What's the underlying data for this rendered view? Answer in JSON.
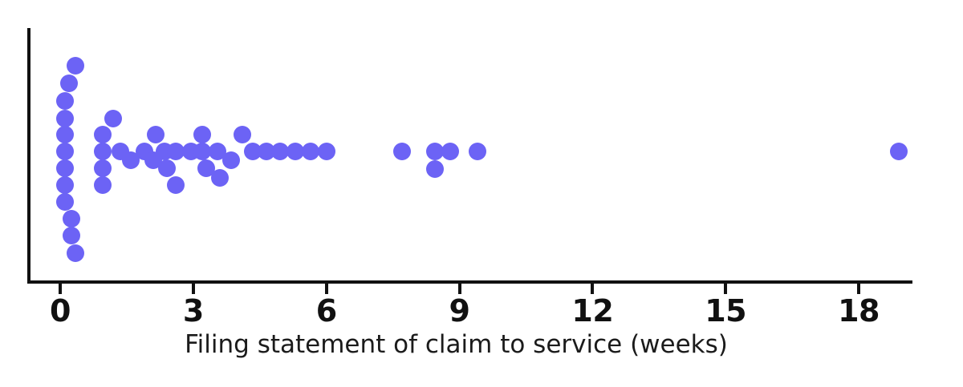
{
  "chart_data": {
    "type": "scatter",
    "subtype": "dot-swarm-plot",
    "title": "",
    "subtitle": "",
    "xlabel": "Filing statement of claim to service (weeks)",
    "ylabel": "",
    "xlim": [
      -0.35,
      19.2
    ],
    "xticks": [
      0,
      3,
      6,
      9,
      12,
      15,
      18
    ],
    "xticklabels": [
      "0",
      "3",
      "6",
      "9",
      "12",
      "15",
      "18"
    ],
    "grid": false,
    "legend": false,
    "marker_color": "#6C63F5",
    "axis_color": "#111111",
    "marker_size_px": 22,
    "annotations": [],
    "series": [
      {
        "name": "Filing statement of claim to service",
        "unit": "weeks",
        "n": 57,
        "values": [
          0.35,
          0.2,
          0.1,
          0.1,
          0.1,
          0.1,
          0.1,
          0.1,
          0.1,
          0.25,
          0.25,
          0.35,
          0.9,
          0.9,
          0.9,
          0.9,
          1.15,
          1.35,
          1.6,
          1.9,
          2.15,
          2.15,
          2.4,
          2.4,
          2.6,
          2.6,
          2.9,
          3.1,
          3.35,
          3.35,
          3.55,
          3.6,
          3.85,
          4.1,
          4.35,
          4.35,
          4.6,
          4.85,
          5.15,
          5.5,
          5.85,
          7.7,
          8.45,
          8.45,
          8.8,
          9.4,
          18.9
        ],
        "swarm_points": [
          {
            "x": 0.35,
            "y": 82
          },
          {
            "x": 0.2,
            "y": 104
          },
          {
            "x": 0.1,
            "y": 126
          },
          {
            "x": 0.1,
            "y": 148
          },
          {
            "x": 0.1,
            "y": 168
          },
          {
            "x": 0.1,
            "y": 189
          },
          {
            "x": 0.1,
            "y": 210
          },
          {
            "x": 0.1,
            "y": 231
          },
          {
            "x": 0.1,
            "y": 252
          },
          {
            "x": 0.25,
            "y": 273
          },
          {
            "x": 0.25,
            "y": 294
          },
          {
            "x": 0.35,
            "y": 316
          },
          {
            "x": 0.95,
            "y": 168
          },
          {
            "x": 0.95,
            "y": 189
          },
          {
            "x": 0.95,
            "y": 210
          },
          {
            "x": 0.95,
            "y": 231
          },
          {
            "x": 1.2,
            "y": 148
          },
          {
            "x": 1.35,
            "y": 189
          },
          {
            "x": 1.6,
            "y": 200
          },
          {
            "x": 1.9,
            "y": 189
          },
          {
            "x": 2.1,
            "y": 200
          },
          {
            "x": 2.15,
            "y": 168
          },
          {
            "x": 2.35,
            "y": 189
          },
          {
            "x": 2.4,
            "y": 210
          },
          {
            "x": 2.6,
            "y": 189
          },
          {
            "x": 2.6,
            "y": 231
          },
          {
            "x": 2.95,
            "y": 189
          },
          {
            "x": 3.2,
            "y": 168
          },
          {
            "x": 3.2,
            "y": 189
          },
          {
            "x": 3.3,
            "y": 210
          },
          {
            "x": 3.55,
            "y": 189
          },
          {
            "x": 3.6,
            "y": 222
          },
          {
            "x": 3.85,
            "y": 200
          },
          {
            "x": 4.1,
            "y": 168
          },
          {
            "x": 4.35,
            "y": 189
          },
          {
            "x": 4.65,
            "y": 189
          },
          {
            "x": 4.95,
            "y": 189
          },
          {
            "x": 5.3,
            "y": 189
          },
          {
            "x": 5.65,
            "y": 189
          },
          {
            "x": 6.0,
            "y": 189
          },
          {
            "x": 7.7,
            "y": 189
          },
          {
            "x": 8.45,
            "y": 189
          },
          {
            "x": 8.45,
            "y": 211
          },
          {
            "x": 8.8,
            "y": 189
          },
          {
            "x": 9.4,
            "y": 189
          },
          {
            "x": 18.9,
            "y": 189
          }
        ]
      }
    ]
  },
  "axis": {
    "x_axis_label": "Filing statement of claim to service (weeks)"
  }
}
